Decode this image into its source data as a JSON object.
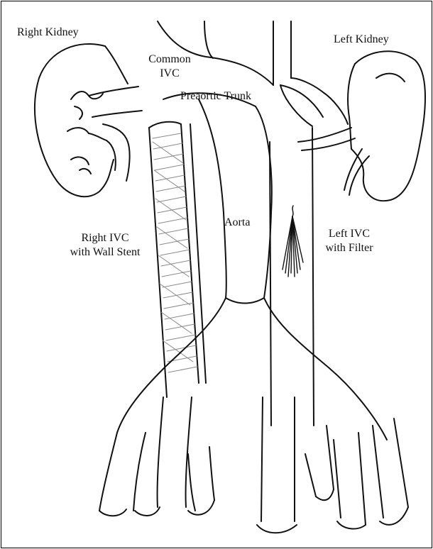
{
  "labels": {
    "right_kidney": "Right Kidney",
    "left_kidney": "Left Kidney",
    "common_ivc_1": "Common",
    "common_ivc_2": "IVC",
    "preaortic_trunk": "Preaortic Trunk",
    "aorta": "Aorta",
    "right_ivc_1": "Right IVC",
    "right_ivc_2": "with Wall Stent",
    "left_ivc_1": "Left IVC",
    "left_ivc_2": "with Filter"
  },
  "colors": {
    "line": "#111111",
    "stent_hatch": "#8a8a8a",
    "background": "#ffffff"
  }
}
